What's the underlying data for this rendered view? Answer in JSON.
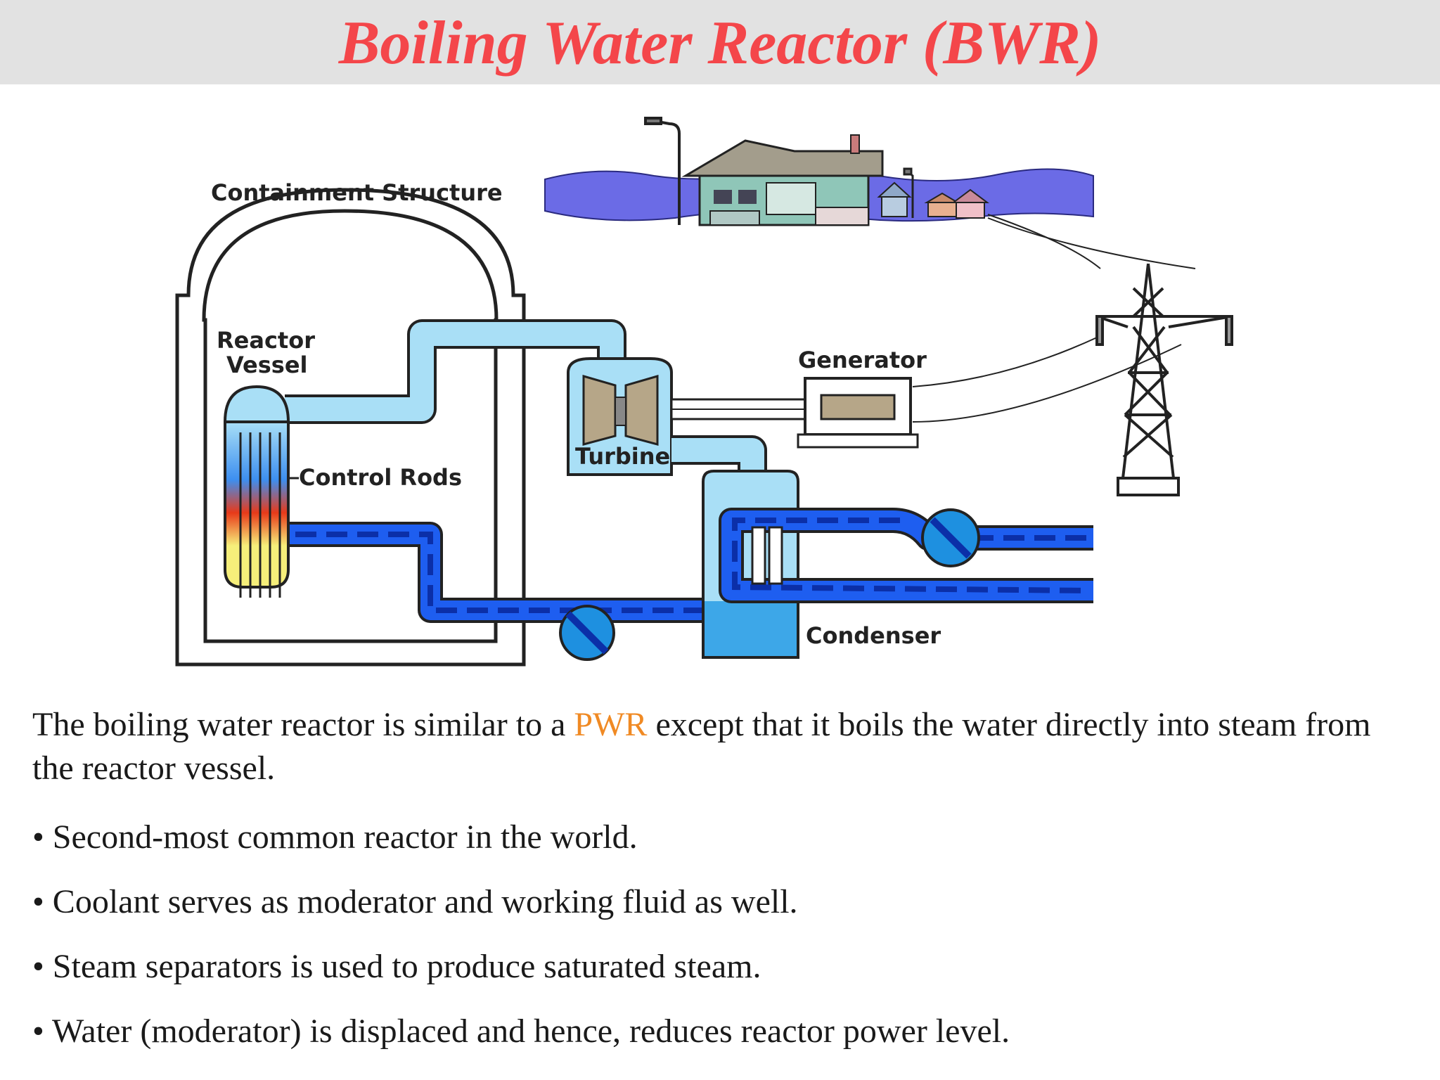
{
  "title": "Boiling Water Reactor (BWR)",
  "colors": {
    "title": "#f4464a",
    "title_bar": "#e2e2e2",
    "accent_pwr": "#f08a24",
    "water_dark": "#1e5ef0",
    "water_light": "#a9dff6",
    "ground": "#6b6be6"
  },
  "diagram": {
    "labels": {
      "containment": "Containment Structure",
      "reactor_vessel_line1": "Reactor",
      "reactor_vessel_line2": "Vessel",
      "control_rods": "Control Rods",
      "turbine": "Turbine",
      "generator": "Generator",
      "condenser": "Condenser"
    }
  },
  "intro": {
    "before": "The boiling water reactor is similar to a ",
    "highlight": "PWR",
    "after": " except that it boils the water directly into steam from the reactor vessel."
  },
  "bullets": [
    "• Second-most common reactor in the world.",
    "• Coolant serves as moderator and working fluid as well.",
    "• Steam separators is used to produce saturated steam.",
    "• Water (moderator) is displaced  and hence, reduces reactor power level."
  ]
}
